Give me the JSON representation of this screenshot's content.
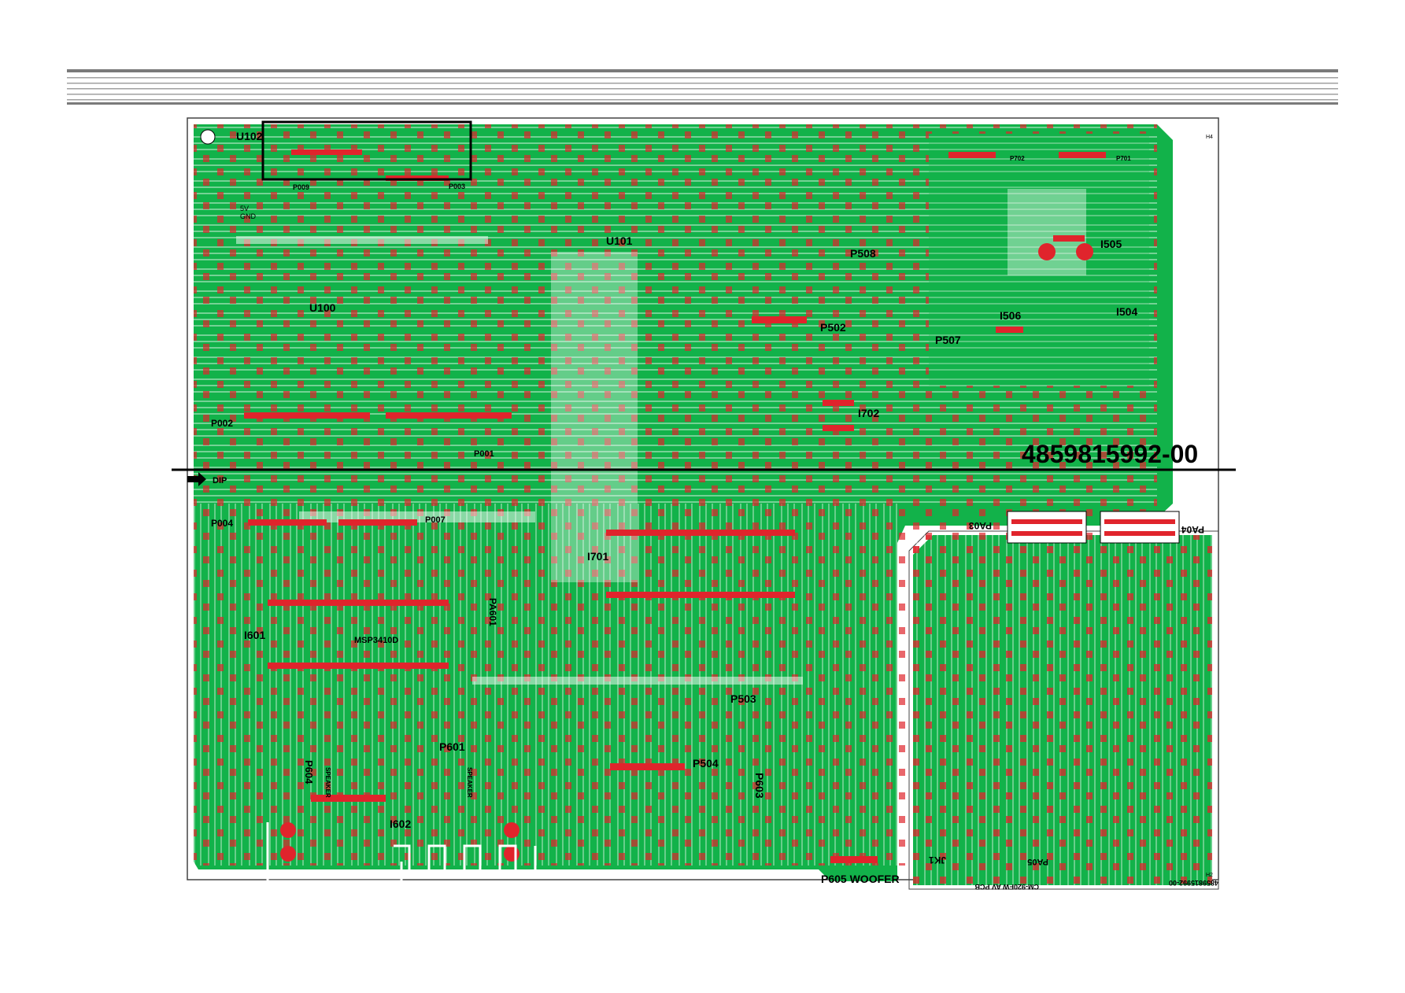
{
  "colors": {
    "pcb_green": "#12b24a",
    "pad_red": "#e0242c",
    "trace_white": "#ffffff",
    "silkscreen": "#000000",
    "header_gray": "#8a8a8a"
  },
  "board": {
    "part_number": "4859815992-00",
    "marker_dip": "DIP",
    "marker_h4": "H4",
    "marker_h2": "H2"
  },
  "main_labels": {
    "u102": "U102",
    "u100": "U100",
    "u101": "U101",
    "p002": "P002",
    "p004": "P004",
    "p001": "P001",
    "p007": "P007",
    "p003": "P003",
    "p009": "P009",
    "i601": "I601",
    "msp": "MSP3410D",
    "pa601": "PA601",
    "p601": "P601",
    "p604": "P604",
    "i602": "I602",
    "i701": "I701",
    "i702": "I702",
    "p502": "P502",
    "p503": "P503",
    "p504": "P504",
    "p507": "P507",
    "p508": "P508",
    "p603": "P603",
    "p605": "P605 WOOFER",
    "i504": "I504",
    "i505": "I505",
    "i506": "I506",
    "p701": "P701",
    "p702": "P702",
    "speaker1": "SPEAKER",
    "speaker2": "SPEAKER",
    "pwr_5v": "5V",
    "pwr_gnd": "GND"
  },
  "av_board": {
    "name": "CM-920FW AV PCB",
    "part_number": "4859815992-00",
    "pa03": "PA03",
    "pa04": "PA04",
    "pa05": "PA05",
    "jk1": "JK1"
  }
}
